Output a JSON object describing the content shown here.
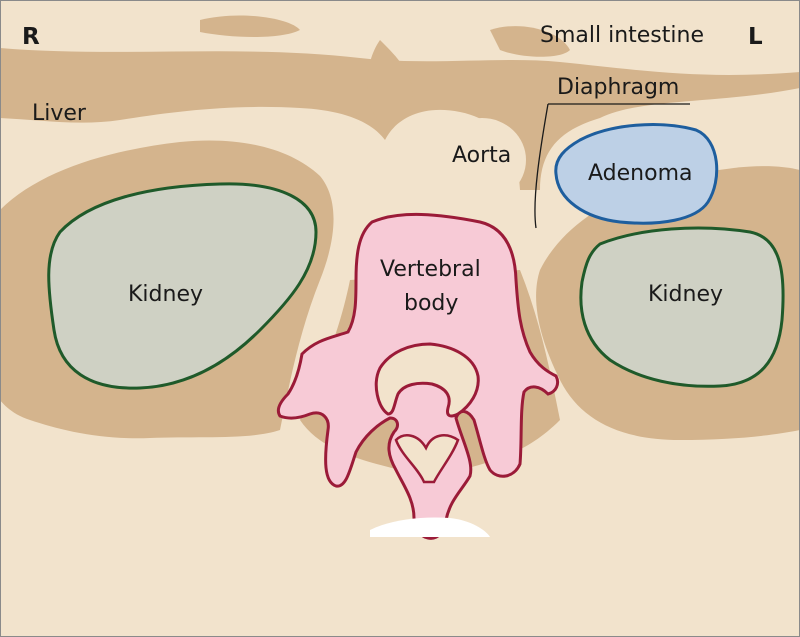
{
  "orientation": {
    "right": "R",
    "left": "L"
  },
  "labels": {
    "small_intestine": "Small intestine",
    "diaphragm": "Diaphragm",
    "liver": "Liver",
    "aorta": "Aorta",
    "adenoma": "Adenoma",
    "kidney_right": "Kidney",
    "kidney_left": "Kidney",
    "vertebral_line1": "Vertebral",
    "vertebral_line2": "body"
  },
  "colors": {
    "background_tissue": "#f2e3cc",
    "fat": "#d4b48d",
    "kidney_fill": "#cfd1c4",
    "kidney_stroke": "#1f5a2a",
    "adenoma_fill": "#bdd0e6",
    "adenoma_stroke": "#1e5e9e",
    "vertebra_fill": "#f7cad6",
    "vertebra_stroke": "#9b1b38",
    "border": "#8a8a8a"
  }
}
